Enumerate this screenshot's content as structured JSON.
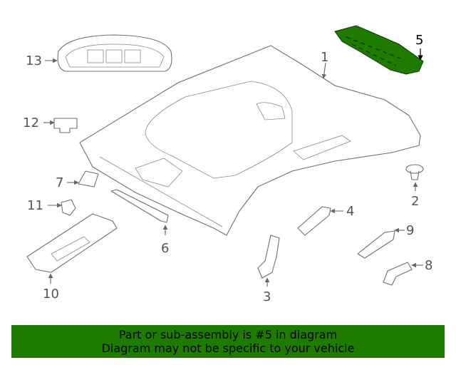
{
  "callouts": [
    "1",
    "2",
    "3",
    "4",
    "5",
    "6",
    "7",
    "8",
    "9",
    "10",
    "11",
    "12",
    "13"
  ],
  "highlighted_part": "5",
  "highlight_color": "#1f7a00",
  "banner": {
    "line1": "Part or sub-assembly is #5 in diagram",
    "line2": "Diagram may not be specific to your vehicle"
  }
}
